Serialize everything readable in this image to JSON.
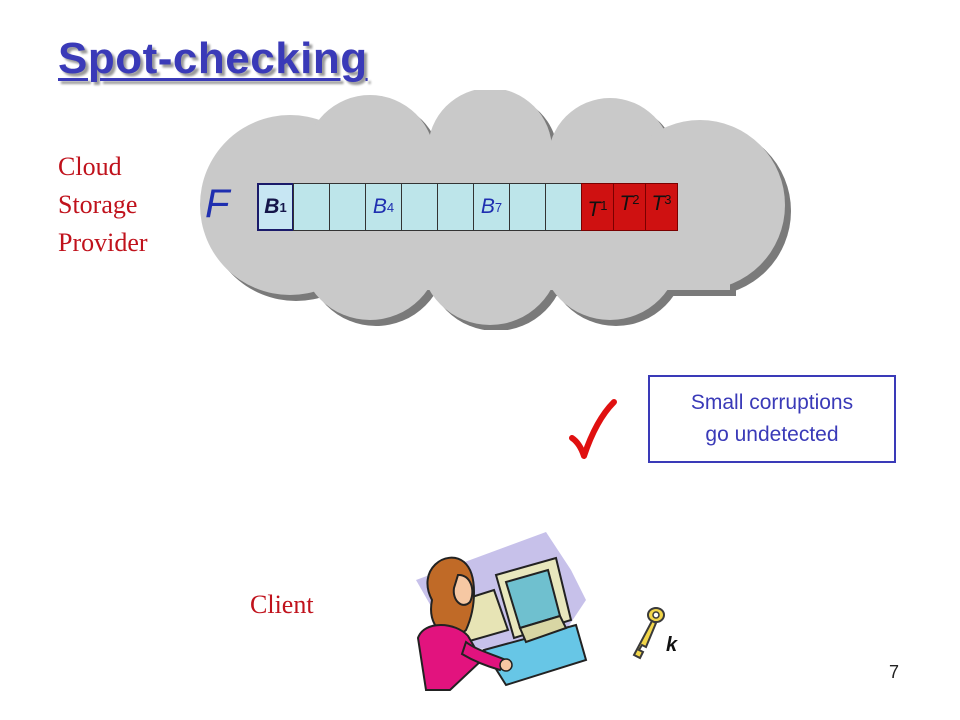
{
  "title": "Spot-checking",
  "provider_label": {
    "line1": "Cloud",
    "line2": "Storage",
    "line3": "Provider"
  },
  "file_label": "F",
  "blocks": [
    {
      "label": "B",
      "sub": "1"
    },
    {
      "label": "",
      "sub": ""
    },
    {
      "label": "",
      "sub": ""
    },
    {
      "label": "B",
      "sub": "4"
    },
    {
      "label": "",
      "sub": ""
    },
    {
      "label": "",
      "sub": ""
    },
    {
      "label": "B",
      "sub": "7"
    },
    {
      "label": "",
      "sub": ""
    },
    {
      "label": "",
      "sub": ""
    }
  ],
  "tags": [
    {
      "label": "T",
      "sub": "1"
    },
    {
      "label": "T",
      "sub": "2"
    },
    {
      "label": "T",
      "sub": "3"
    }
  ],
  "note": {
    "line1": "Small corruptions",
    "line2": "go undetected"
  },
  "client_label": "Client",
  "key_label": "k",
  "page_number": "7",
  "colors": {
    "title": "#3a3ab8",
    "label_red": "#c0121c",
    "block_fill": "#bde5ea",
    "tag_fill": "#cf1111",
    "cloud": "#c8c8c8"
  },
  "icons": {
    "check": "check-mark-icon",
    "key": "key-icon",
    "client": "woman-at-computer-clipart"
  }
}
